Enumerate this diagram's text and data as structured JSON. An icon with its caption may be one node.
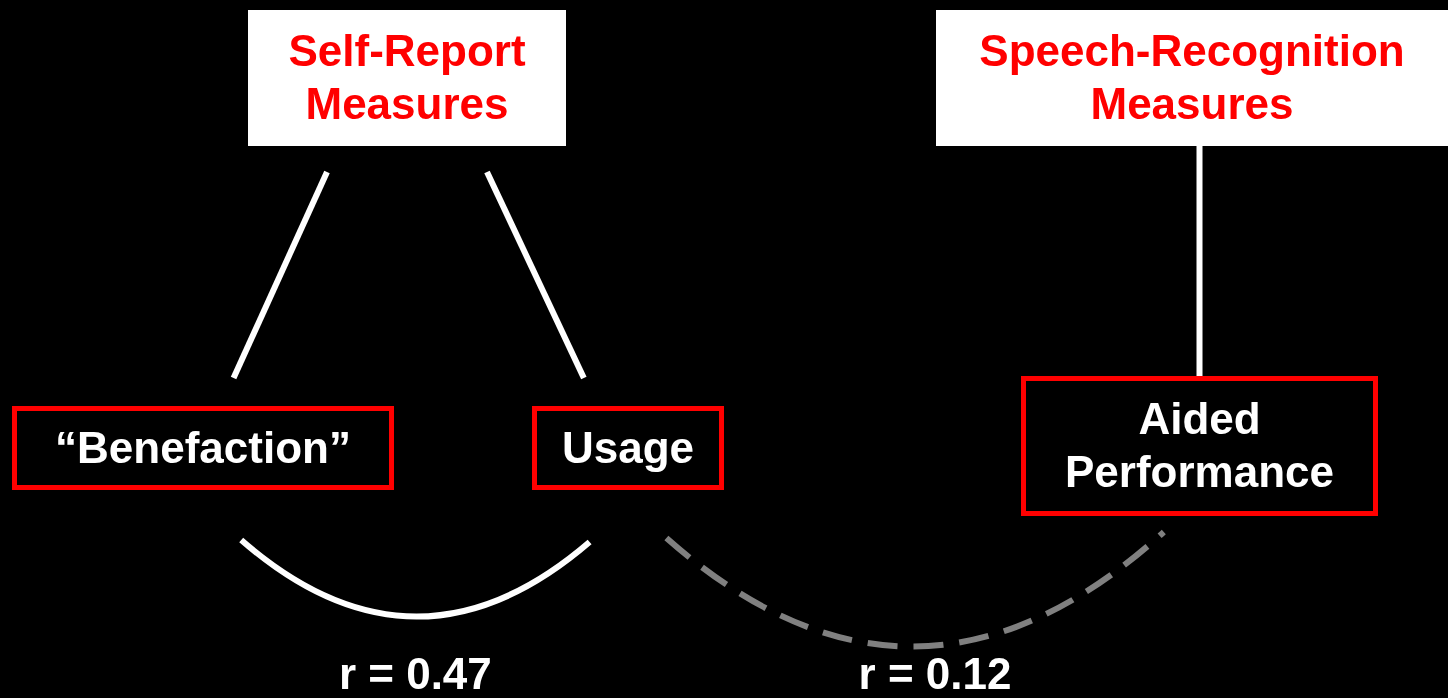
{
  "diagram": {
    "nodes": [
      {
        "text": [
          "Self-Report Measures"
        ]
      },
      {
        "text": [
          "Speech-Recognition Measures"
        ]
      },
      {
        "text": [
          "“Benefaction”"
        ]
      },
      {
        "text": [
          "Usage"
        ]
      },
      {
        "text": [
          "Aided Performance"
        ]
      }
    ],
    "edges": [
      {
        "from": 0,
        "to": 2,
        "arrow": "none"
      },
      {
        "from": 0,
        "to": 3,
        "arrow": "none"
      },
      {
        "from": 1,
        "to": 4,
        "arrow": "none"
      },
      {
        "from": 2,
        "to": 3,
        "arrow": "none",
        "label": "r = 0.47"
      },
      {
        "from": 3,
        "to": 4,
        "arrow": "none",
        "label": "r = 0.12",
        "style": "dashed",
        "color": "#808080"
      }
    ]
  }
}
